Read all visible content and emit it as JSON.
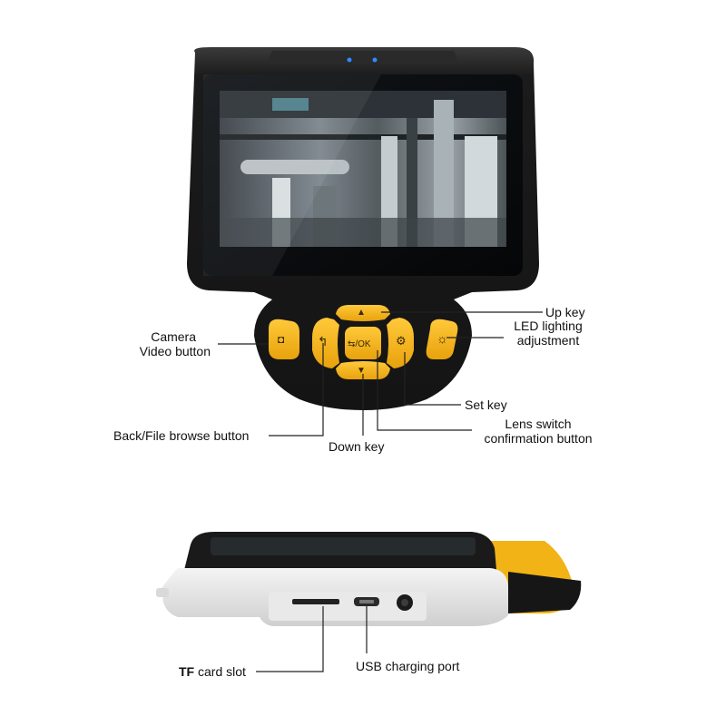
{
  "front_view": {
    "screen_description_colors": {
      "bezel": "#1c1c1c",
      "screen": "#0b0d10",
      "buttons": "#f2b51a"
    },
    "buttons": {
      "up": {
        "icon": "up-triangle-icon",
        "glyph": "▲"
      },
      "down": {
        "icon": "down-triangle-icon",
        "glyph": "▼"
      },
      "back": {
        "icon": "back-arrow-icon",
        "glyph": "↰"
      },
      "ok": {
        "icon": "swap-ok-icon",
        "glyph": "⇆/OK"
      },
      "set": {
        "icon": "gear-icon",
        "glyph": "⚙"
      },
      "camera": {
        "icon": "camera-icon",
        "glyph": "◘"
      },
      "led": {
        "icon": "sun-icon",
        "glyph": "☼"
      }
    },
    "labels": {
      "up_key": "Up key",
      "led_line1": "LED lighting",
      "led_line2": "adjustment",
      "camera_line1": "Camera",
      "camera_line2": "Video button",
      "set_key": "Set key",
      "lens_line1": "Lens switch",
      "lens_line2": "confirmation button",
      "back_file": "Back/File browse button",
      "down_key": "Down key"
    }
  },
  "side_view": {
    "labels": {
      "tf_bold": "TF",
      "tf_rest": " card slot",
      "usb": "USB charging port"
    }
  }
}
